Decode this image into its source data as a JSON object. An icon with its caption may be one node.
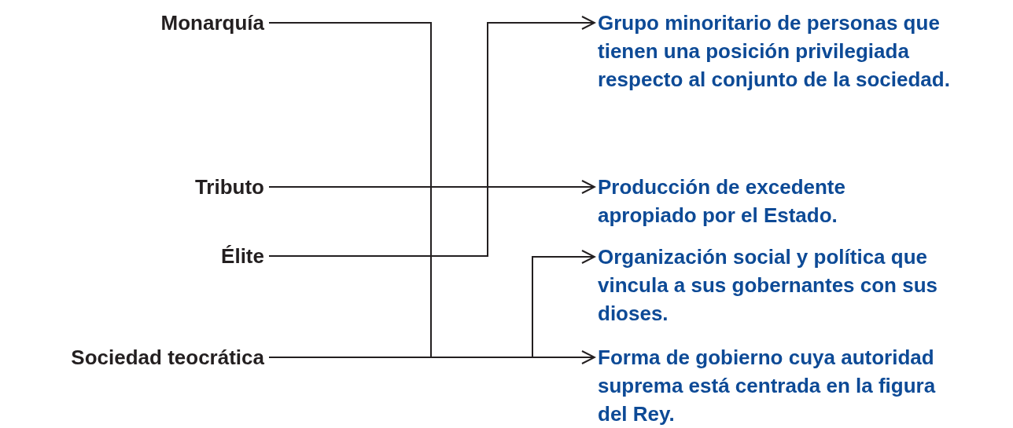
{
  "diagram": {
    "nodes": [
      {
        "text": [
          "Monarquía"
        ]
      },
      {
        "text": [
          "Tributo"
        ]
      },
      {
        "text": [
          "Élite"
        ]
      },
      {
        "text": [
          "Sociedad teocrática"
        ]
      },
      {
        "text": [
          "Grupo minoritario de personas que tienen una posición privilegiada respecto al conjunto de la sociedad."
        ]
      },
      {
        "text": [
          "Producción de excedente apropiado por el Estado."
        ]
      },
      {
        "text": [
          "Organización social y política que vincula a sus gobernantes con sus dioses."
        ]
      },
      {
        "text": [
          "Forma de gobierno cuya autoridad suprema está centrada en la figura del Rey."
        ]
      }
    ],
    "edges": [
      {
        "from": 0,
        "to": 7,
        "arrow": "to"
      },
      {
        "from": 1,
        "to": 5,
        "arrow": "to"
      },
      {
        "from": 2,
        "to": 4,
        "arrow": "to"
      },
      {
        "from": 3,
        "to": 6,
        "arrow": "to"
      }
    ]
  }
}
